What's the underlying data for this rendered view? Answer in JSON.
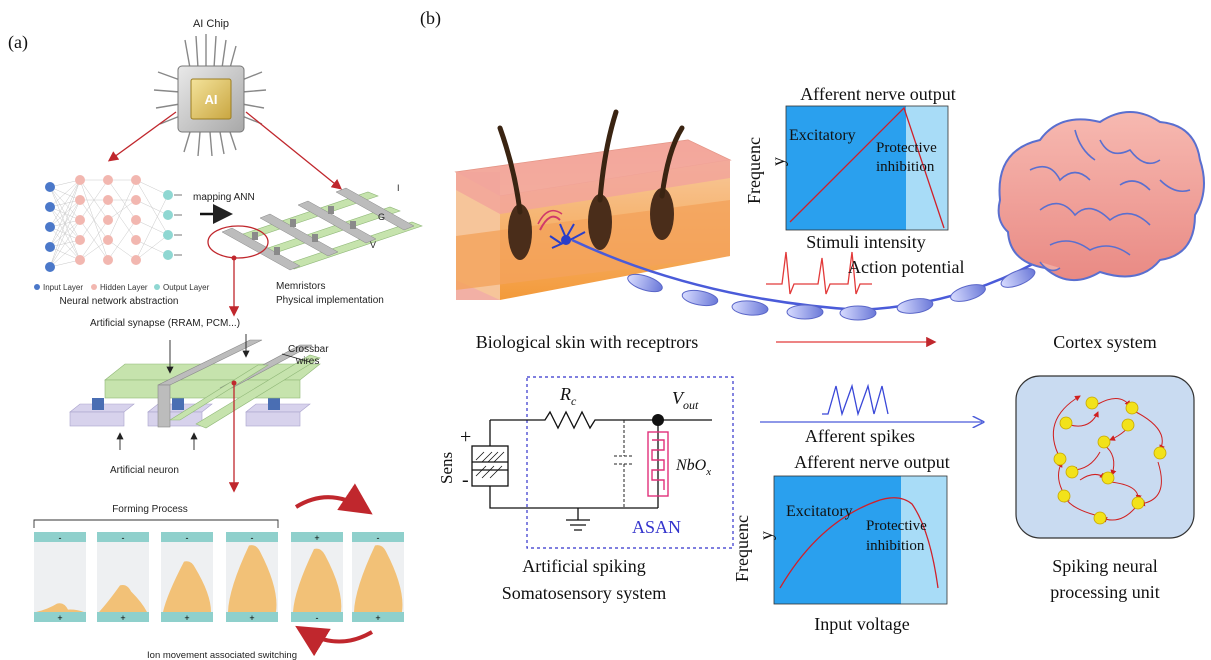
{
  "panel_a": {
    "label": "(a)",
    "chip_title": "AI Chip",
    "chip_text": "AI",
    "mapping_label": "mapping ANN",
    "legend_input": "Input Layer",
    "legend_hidden": "Hidden Layer",
    "legend_output": "Output Layer",
    "nn_caption": "Neural network abstraction",
    "memristor_caption_1": "Memristors",
    "memristor_caption_2": "Physical implementation",
    "crossbar_i": "I",
    "crossbar_g": "G",
    "crossbar_v": "V",
    "synapse_label": "Artificial synapse (RRAM, PCM...)",
    "crossbar_wires_1": "Crossbar",
    "crossbar_wires_2": "wires",
    "neuron_label": "Artificial neuron",
    "forming_title": "Forming Process",
    "cell_signs_top": [
      "-",
      "-",
      "-",
      "-",
      "+",
      "-"
    ],
    "cell_signs_bottom": [
      "+",
      "+",
      "+",
      "+",
      "-",
      "+"
    ],
    "cell_fill_levels": [
      0.12,
      0.38,
      0.72,
      0.95,
      0.9,
      0.95
    ],
    "ion_caption": "Ion movement associated switching"
  },
  "panel_b": {
    "label": "(b)",
    "chart_top_title": "Afferent nerve output",
    "chart_top_ylabel_1": "Frequenc",
    "chart_top_ylabel_2": "y",
    "chart_top_excitatory": "Excitatory",
    "chart_top_protective_1": "Protective",
    "chart_top_protective_2": "inhibition",
    "chart_top_xlabel": "Stimuli intensity",
    "action_potential": "Action potential",
    "skin_caption": "Biological skin with receptrors",
    "cortex_caption": "Cortex system",
    "rc_label": "R",
    "rc_sub": "c",
    "vout_label": "V",
    "vout_sub": "out",
    "nbo_label": "NbO",
    "nbo_sub": "x",
    "sens_label": "Sens",
    "asan_label": "ASAN",
    "afferent_spikes": "Afferent spikes",
    "chart_bottom_title": "Afferent nerve output",
    "chart_bottom_ylabel_1": "Frequenc",
    "chart_bottom_ylabel_2": "y",
    "chart_bottom_excitatory": "Excitatory",
    "chart_bottom_protective_1": "Protective",
    "chart_bottom_protective_2": "inhibition",
    "chart_bottom_xlabel": "Input voltage",
    "artificial_caption_1": "Artificial spiking",
    "artificial_caption_2": "Somatosensory system",
    "snu_caption_1": "Spiking neural",
    "snu_caption_2": "processing unit"
  },
  "colors": {
    "red_arrow": "#c0272d",
    "blue_chart": "#2aa0ee",
    "light_blue_chart": "#a8dcf7",
    "asan_blue": "#3333cc",
    "green_wire": "#b9d9a0",
    "teal_cap": "#8fd0cc",
    "sand": "#f2c177",
    "node_yellow": "#f2e21a",
    "snu_bg": "#c9dbf1"
  }
}
